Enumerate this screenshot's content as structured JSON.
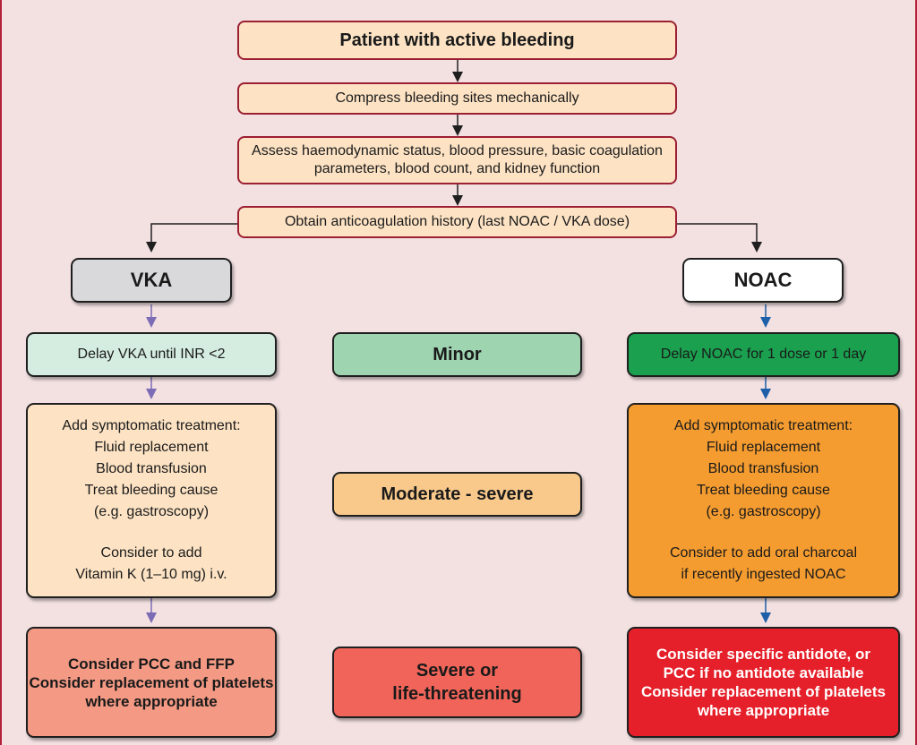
{
  "colors": {
    "top_fill": "#fde3c4",
    "top_border": "#9c1f33",
    "vka_header": "#d9d9db",
    "noac_header": "#ffffff",
    "vka_minor": "#d5ede0",
    "minor": "#9fd4b1",
    "noac_minor": "#1aa04f",
    "vka_moderate": "#fde3c4",
    "moderate": "#f9c98c",
    "noac_moderate": "#f59c30",
    "vka_severe": "#f49a84",
    "severe": "#f06459",
    "noac_severe": "#e5202a",
    "vka_arrow": "#7c6bb5",
    "noac_arrow": "#1d5fa8"
  },
  "top": {
    "step1": "Patient with active bleeding",
    "step2": "Compress bleeding sites mechanically",
    "step3_line1": "Assess haemodynamic status, blood pressure, basic coagulation",
    "step3_line2": "parameters, blood count, and kidney function",
    "step4": "Obtain anticoagulation history (last NOAC / VKA dose)"
  },
  "columns": {
    "vka": {
      "header": "VKA",
      "minor": "Delay VKA until INR <2",
      "moderate": [
        "Add symptomatic treatment:",
        "Fluid replacement",
        "Blood transfusion",
        "Treat bleeding cause",
        "(e.g. gastroscopy)",
        "Consider to add",
        "Vitamin K (1–10 mg) i.v."
      ],
      "severe": [
        "Consider PCC and FFP",
        "Consider replacement of platelets",
        "where appropriate"
      ]
    },
    "noac": {
      "header": "NOAC",
      "minor": "Delay NOAC for 1 dose or 1 day",
      "moderate": [
        "Add symptomatic treatment:",
        "Fluid replacement",
        "Blood transfusion",
        "Treat bleeding cause",
        "(e.g. gastroscopy)",
        "Consider to add oral charcoal",
        "if recently ingested NOAC"
      ],
      "severe": [
        "Consider specific antidote, or",
        "PCC if no antidote available",
        "Consider replacement of platelets",
        "where appropriate"
      ]
    }
  },
  "severity": {
    "minor": "Minor",
    "moderate": "Moderate - severe",
    "severe_line1": "Severe or",
    "severe_line2": "life-threatening"
  }
}
